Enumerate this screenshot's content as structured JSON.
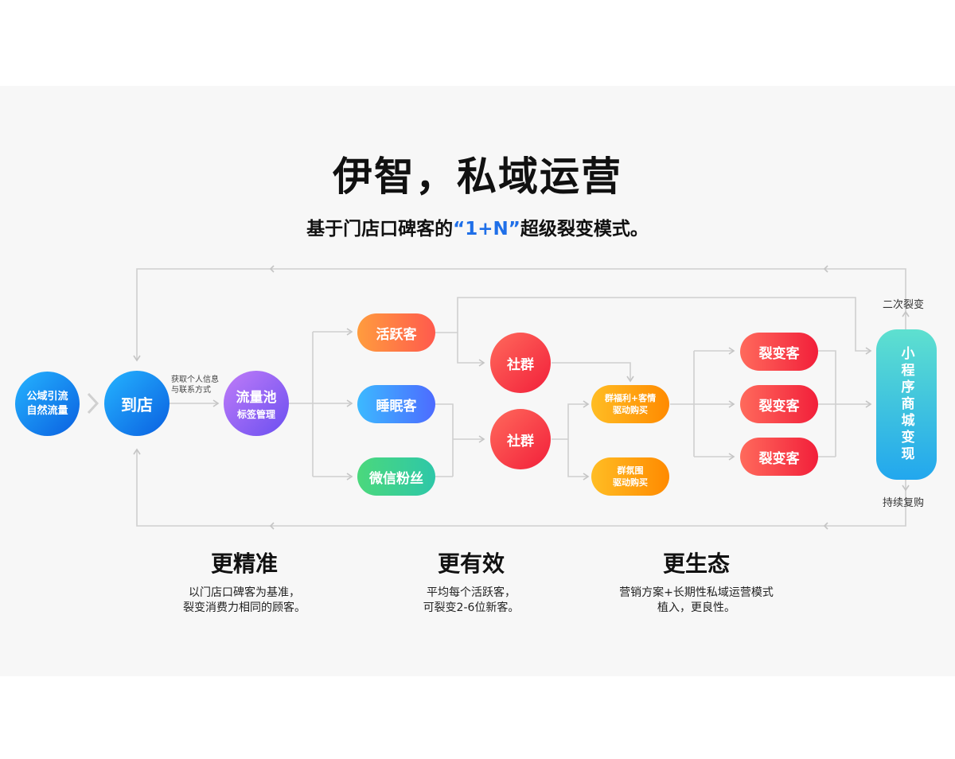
{
  "title": "伊智，私域运营",
  "subtitle": {
    "pre": "基于门店口碑客的",
    "highlight": "“1+N”",
    "post": "超级裂变模式。"
  },
  "nodes": {
    "traffic": {
      "line1": "公域引流",
      "line2": "自然流量"
    },
    "store": "到店",
    "store_note": {
      "line1": "获取个人信息",
      "line2": "与联系方式"
    },
    "pool": {
      "line1": "流量池",
      "line2": "标签管理"
    },
    "active": "活跃客",
    "sleep": "睡眠客",
    "wechat": "微信粉丝",
    "group1": "社群",
    "group2": "社群",
    "benefit": {
      "line1": "群福利+客情",
      "line2": "驱动购买"
    },
    "atmosphere": {
      "line1": "群氛围",
      "line2": "驱动购买"
    },
    "fission1": "裂变客",
    "fission2": "裂变客",
    "fission3": "裂变客",
    "mall": "小程序商城变现",
    "second_fission": "二次裂变",
    "repurchase": "持续复购"
  },
  "features": [
    {
      "heading": "更精准",
      "line1": "以门店口碑客为基准，",
      "line2": "裂变消费力相同的顾客。"
    },
    {
      "heading": "更有效",
      "line1": "平均每个活跃客，",
      "line2": "可裂变2-6位新客。"
    },
    {
      "heading": "更生态",
      "line1": "营销方案+长期性私域运营模式",
      "line2": "植入，更良性。"
    }
  ],
  "colors": {
    "blue": "#1a73f0",
    "purple": "#8b5cf6",
    "orange": "#ff7a3d",
    "red": "#f4343d",
    "green": "#3ad08f",
    "yellow": "#ffa500",
    "teal": "#3fd3c6",
    "highlight": "#1f6fe8"
  }
}
